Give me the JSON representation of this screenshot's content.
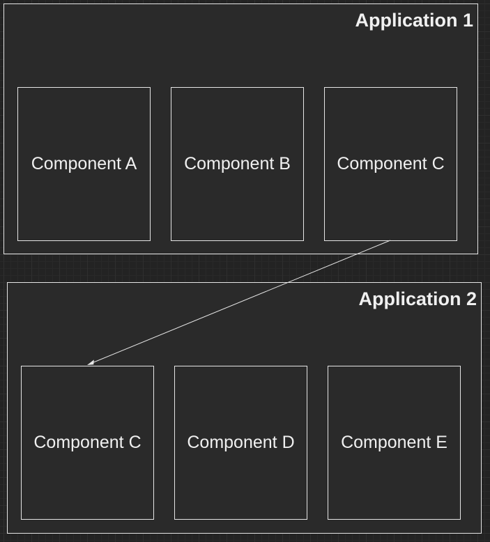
{
  "colors": {
    "canvas_background": "#232323",
    "container_fill": "#2a2a2a",
    "stroke": "#e6e6e6",
    "text": "#f0f0f0"
  },
  "diagram": {
    "applications": [
      {
        "title": "Application 1",
        "components": [
          {
            "label": "Component A"
          },
          {
            "label": "Component B"
          },
          {
            "label": "Component C"
          }
        ]
      },
      {
        "title": "Application 2",
        "components": [
          {
            "label": "Component C"
          },
          {
            "label": "Component D"
          },
          {
            "label": "Component E"
          }
        ]
      }
    ],
    "connections": [
      {
        "from": "Application 1 / Component C",
        "to": "Application 2 / Component C",
        "arrow": "end"
      }
    ]
  }
}
